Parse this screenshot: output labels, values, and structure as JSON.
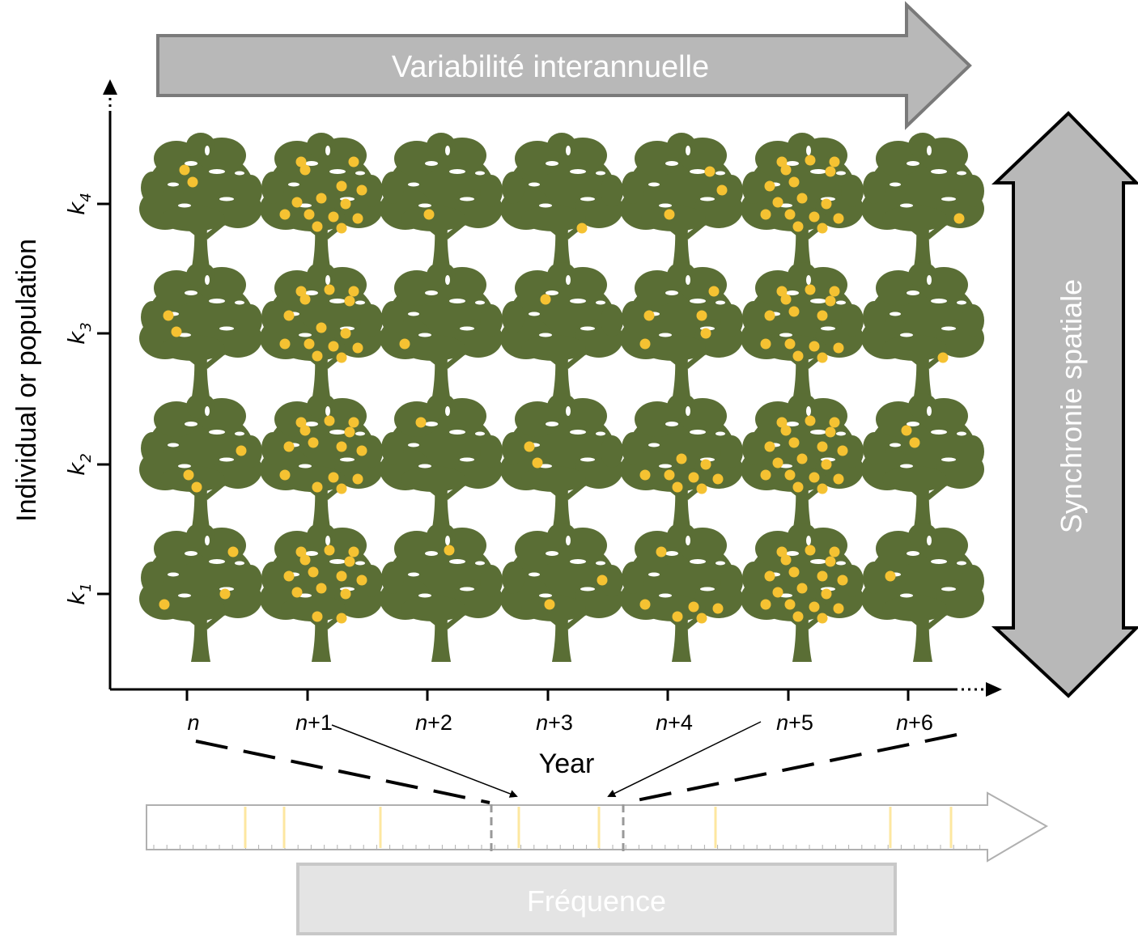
{
  "banners": {
    "top": "Variabilité interannuelle",
    "right": "Synchronie spatiale",
    "bottom": "Fréquence"
  },
  "axes": {
    "y_title": "Individual or population",
    "x_title": "Year",
    "y_ticks": [
      {
        "base": "k",
        "sub": "4"
      },
      {
        "base": "k",
        "sub": "3"
      },
      {
        "base": "k",
        "sub": "2"
      },
      {
        "base": "k",
        "sub": "1"
      }
    ],
    "x_ticks": [
      {
        "italic": "n",
        "suffix": ""
      },
      {
        "italic": "n",
        "suffix": "+1"
      },
      {
        "italic": "n",
        "suffix": "+2"
      },
      {
        "italic": "n",
        "suffix": "+3"
      },
      {
        "italic": "n",
        "suffix": "+4"
      },
      {
        "italic": "n",
        "suffix": "+5"
      },
      {
        "italic": "n",
        "suffix": "+6"
      }
    ]
  },
  "grid": {
    "rows": [
      "k4",
      "k3",
      "k2",
      "k1"
    ],
    "years": [
      "n",
      "n+1",
      "n+2",
      "n+3",
      "n+4",
      "n+5",
      "n+6"
    ],
    "fruit_counts": [
      [
        2,
        14,
        1,
        1,
        3,
        16,
        1
      ],
      [
        2,
        14,
        1,
        1,
        5,
        14,
        1
      ],
      [
        3,
        14,
        1,
        2,
        8,
        18,
        2
      ],
      [
        3,
        14,
        1,
        2,
        6,
        18,
        1
      ]
    ]
  },
  "colors": {
    "tree": "#5a6e35",
    "fruit": "#f5c232",
    "banner_dark": "#b8b8b8",
    "banner_dark_stroke": "#7a7a7a",
    "banner_light": "#e4e4e4",
    "banner_light_stroke": "#c8c8c8",
    "mast_line": "#fde7a0"
  }
}
